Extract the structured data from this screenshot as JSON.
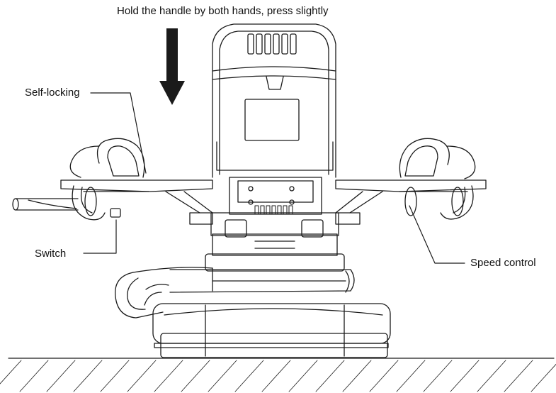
{
  "instruction": "Hold the handle by both hands, press slightly",
  "callouts": {
    "self_locking": "Self-locking",
    "switch": "Switch",
    "speed_control": "Speed control"
  },
  "colors": {
    "line": "#1a1a1a",
    "arrow": "#1a1a1a",
    "background": "#ffffff"
  }
}
